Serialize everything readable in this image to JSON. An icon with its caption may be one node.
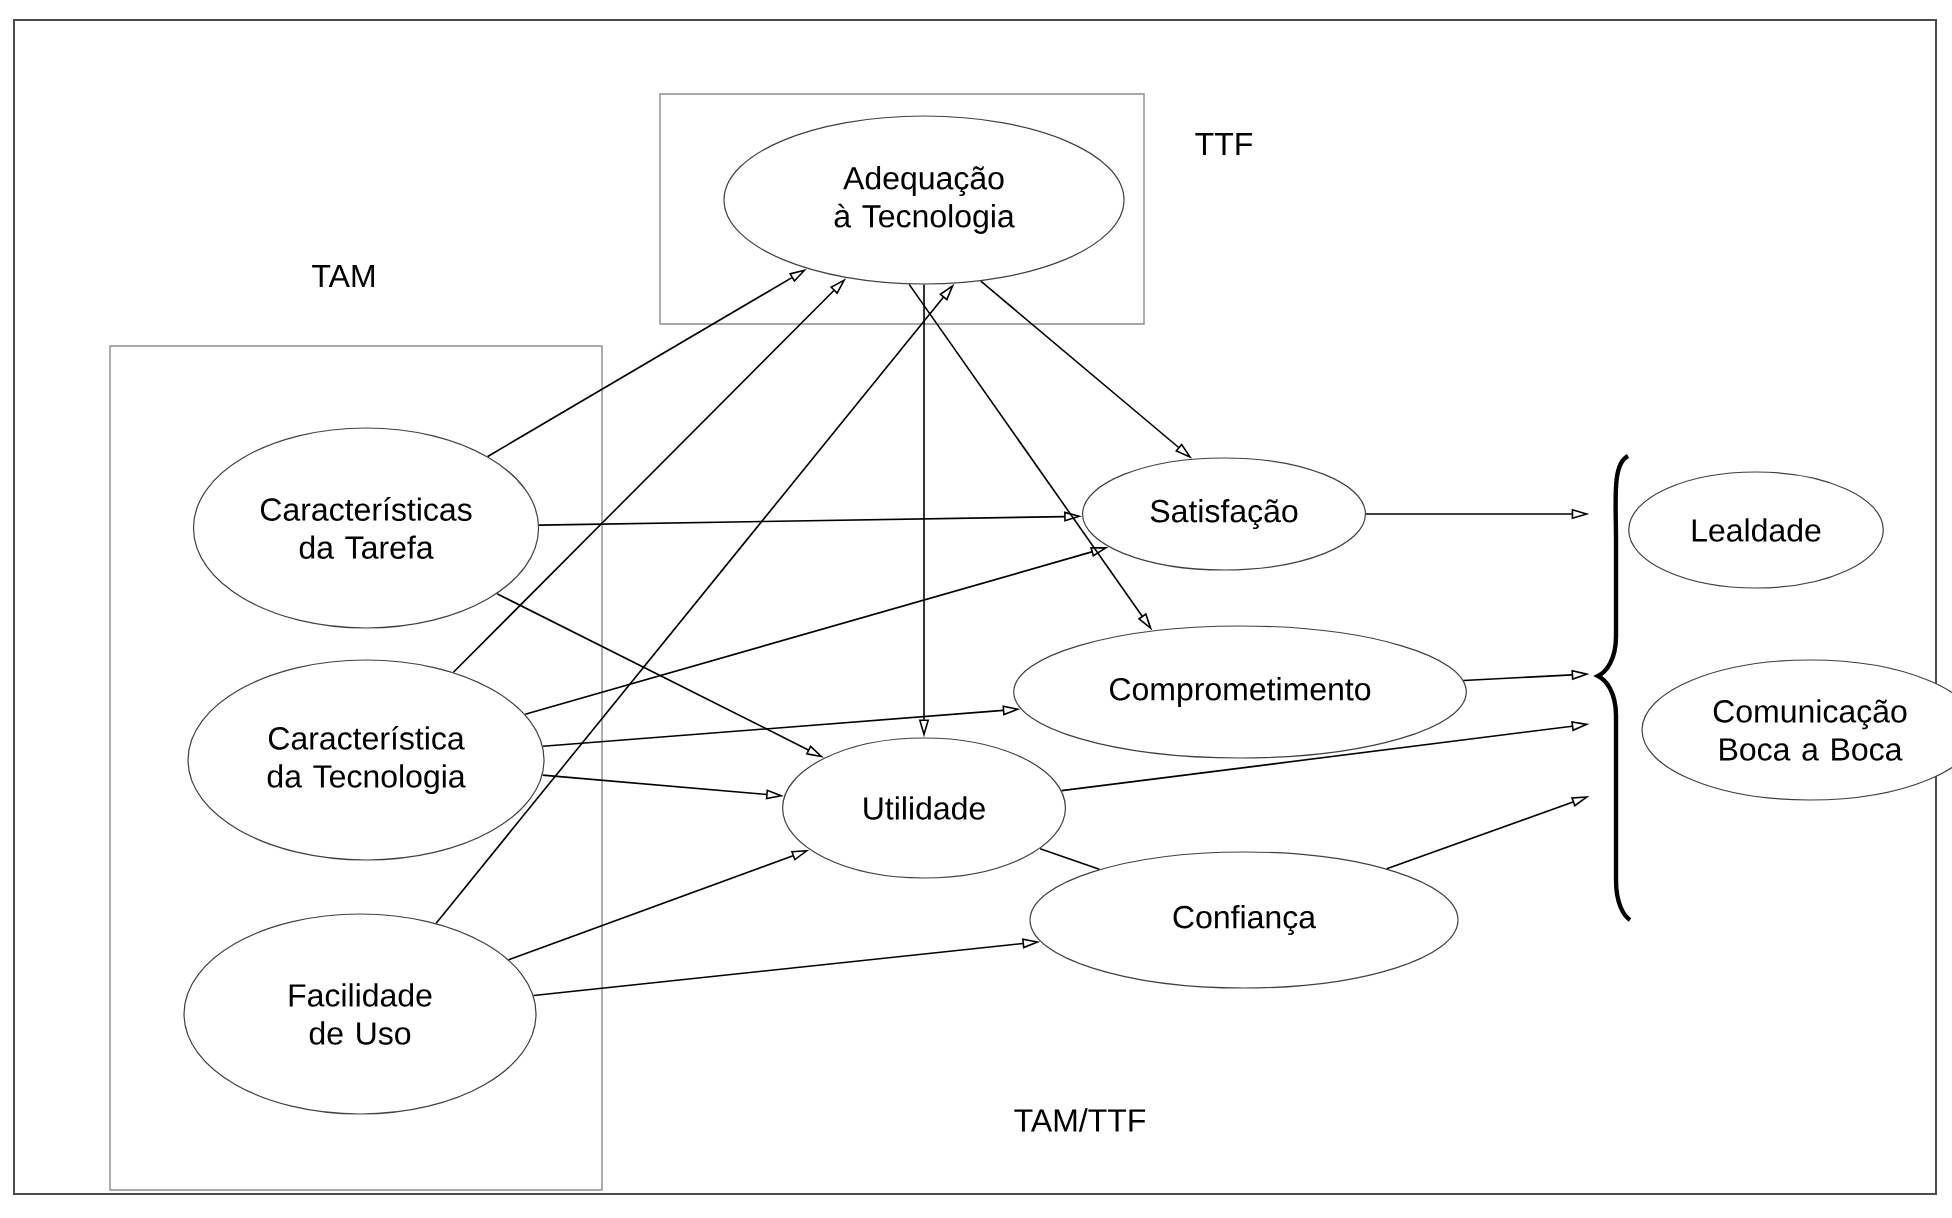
{
  "diagram": {
    "nodes": [
      {
        "text": [
          "TAM"
        ]
      },
      {
        "text": [
          "Características da Tarefa"
        ],
        "in": 0
      },
      {
        "text": [
          "Característica da Tecnologia"
        ],
        "in": 0
      },
      {
        "text": [
          "Facilidade de Uso"
        ],
        "in": 0
      },
      {
        "text": [
          "TTF"
        ]
      },
      {
        "text": [
          "Adequação à Tecnologia"
        ],
        "in": 4
      },
      {
        "text": [
          "Satisfação"
        ]
      },
      {
        "text": [
          "Comprometimento"
        ]
      },
      {
        "text": [
          "Utilidade"
        ]
      },
      {
        "text": [
          "Confiança"
        ]
      },
      {
        "text": [
          "Lealdade"
        ]
      },
      {
        "text": [
          "Comunicação Boca a Boca"
        ]
      },
      {
        "text": [],
        "shape": "brace"
      }
    ],
    "edges": [
      {
        "from": 1,
        "to": 5,
        "arrow": "to"
      },
      {
        "from": 2,
        "to": 5,
        "arrow": "to"
      },
      {
        "from": 3,
        "to": 5,
        "arrow": "to"
      },
      {
        "from": 1,
        "to": 6,
        "arrow": "to"
      },
      {
        "from": 2,
        "to": 6,
        "arrow": "to"
      },
      {
        "from": 1,
        "to": 8,
        "arrow": "to"
      },
      {
        "from": 5,
        "to": 8,
        "arrow": "to"
      },
      {
        "from": 5,
        "to": 6,
        "arrow": "to"
      },
      {
        "from": 5,
        "to": 7,
        "arrow": "to"
      },
      {
        "from": 2,
        "to": 7,
        "arrow": "to"
      },
      {
        "from": 2,
        "to": 8,
        "arrow": "to"
      },
      {
        "from": 3,
        "to": 8,
        "arrow": "to"
      },
      {
        "from": 3,
        "to": 9,
        "arrow": "to"
      },
      {
        "from": 8,
        "to": 9,
        "arrow": "none"
      },
      {
        "from": 6,
        "to": 12,
        "arrow": "to"
      },
      {
        "from": 7,
        "to": 12,
        "arrow": "to"
      },
      {
        "from": 8,
        "to": 12,
        "arrow": "to"
      },
      {
        "from": 9,
        "to": 12,
        "arrow": "to"
      }
    ],
    "labels": [
      "TAM/TTF"
    ]
  }
}
